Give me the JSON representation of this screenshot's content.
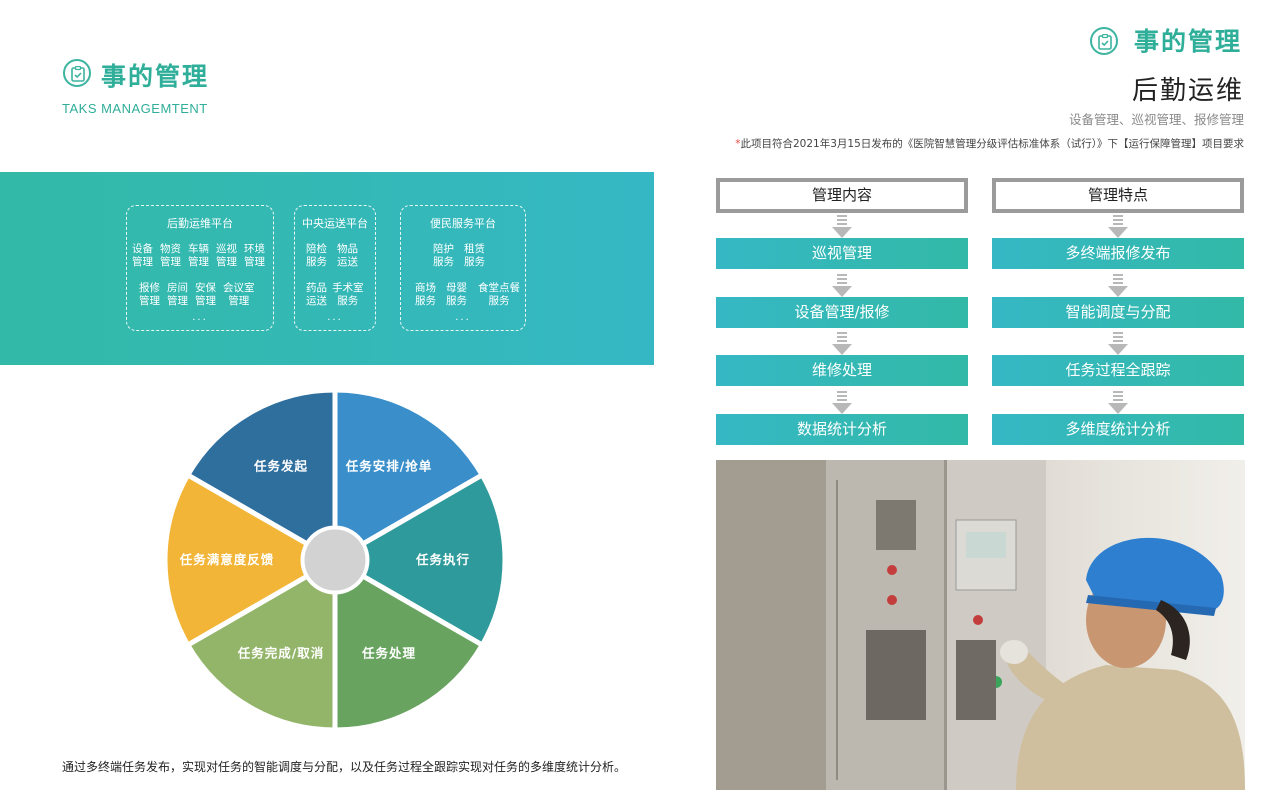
{
  "left_header": {
    "title": "事的管理",
    "subtitle": "TAKS MANAGEMTENT"
  },
  "banner": {
    "platforms": [
      {
        "title": "后勤运维平台",
        "row1": [
          "设备\n管理",
          "物资\n管理",
          "车辆\n管理",
          "巡视\n管理",
          "环境\n管理"
        ],
        "row2": [
          "报修\n管理",
          "房间\n管理",
          "安保\n管理",
          "会议室\n管理"
        ],
        "more": "..."
      },
      {
        "title": "中央运送平台",
        "row1": [
          "陪检\n服务",
          "物品\n运送"
        ],
        "row2": [
          "药品\n运送",
          "手术室\n服务"
        ],
        "more": "..."
      },
      {
        "title": "便民服务平台",
        "row1": [
          "陪护\n服务",
          "租赁\n服务"
        ],
        "row2": [
          "商场\n服务",
          "母婴\n服务",
          "食堂点餐\n服务"
        ],
        "more": "..."
      }
    ]
  },
  "wheel": {
    "segments": [
      {
        "label": "任务发起",
        "color": "#2f6f9e"
      },
      {
        "label": "任务安排/抢单",
        "color": "#3a8fcb"
      },
      {
        "label": "任务执行",
        "color": "#2f9a9b"
      },
      {
        "label": "任务处理",
        "color": "#68a35f"
      },
      {
        "label": "任务完成/取消",
        "color": "#93b56a"
      },
      {
        "label": "任务满意度反馈",
        "color": "#f2b537"
      }
    ],
    "center_color": "#d2d2d2"
  },
  "caption": "通过多终端任务发布，实现对任务的智能调度与分配，以及任务过程全跟踪实现对任务的多维度统计分析。",
  "right_header": {
    "title": "事的管理",
    "heading": "后勤运维",
    "subheading": "设备管理、巡视管理、报修管理",
    "note_star": "*",
    "note": "此项目符合2021年3月15日发布的《医院智慧管理分级评估标准体系（试行）》下【运行保障管理】项目要求"
  },
  "columns": [
    {
      "header": "管理内容",
      "steps": [
        "巡视管理",
        "设备管理/报修",
        "维修处理",
        "数据统计分析"
      ]
    },
    {
      "header": "管理特点",
      "steps": [
        "多终端报修发布",
        "智能调度与分配",
        "任务过程全跟踪",
        "多维度统计分析"
      ]
    }
  ],
  "icons": {
    "header_icon": "clipboard-check-icon",
    "flow_arrow": "down-arrow-icon"
  },
  "colors": {
    "accent": "#2fae99",
    "banner_start": "#33b9a7",
    "banner_end": "#35b8c4",
    "note_star": "#e24a4a"
  }
}
